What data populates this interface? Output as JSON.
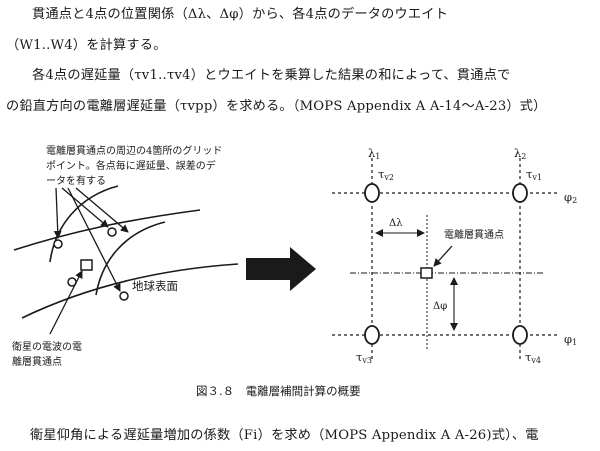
{
  "paragraphs": {
    "p1_line1": "貫通点と4点の位置関係（Δλ、Δφ）から、各4点のデータのウエイト",
    "p1_line2": "（W1..W4）を計算する。",
    "p2_line1": "各4点の遅延量（τv1‥τv4）とウエイトを乗算した結果の和によって、貫通点で",
    "p2_line2": "の鉛直方向の電離層遅延量（τvpp）を求める。（MOPS Appendix A A-14〜A-23）式）",
    "p3_line1": "衛星仰角による遅延量増加の係数（Fi）を求め（MOPS Appendix A A-26)式）、電"
  },
  "figure": {
    "caption": "図３.８　電離層補間計算の概要",
    "left": {
      "note_line1": "電離層貫通点の周辺の4箇所のグリッド",
      "note_line2": "ポイント。各点毎に遅延量、誤差のデ",
      "note_line3": "ータを有する",
      "earth_label": "地球表面",
      "satellite_line1": "衛星の電波の電",
      "satellite_line2": "離層貫通点"
    },
    "right": {
      "lambda1": "λ",
      "lambda1_sub": "1",
      "lambda2": "λ",
      "lambda2_sub": "2",
      "phi2": "φ",
      "phi2_sub": "2",
      "phi1": "φ",
      "phi1_sub": "1",
      "tau_v1": "τ",
      "tau_v1_sub": "v1",
      "tau_v2": "τ",
      "tau_v2_sub": "v2",
      "tau_v3": "τ",
      "tau_v3_sub": "v3",
      "tau_v4": "τ",
      "tau_v4_sub": "v4",
      "delta_lambda": "Δλ",
      "delta_phi": "Δφ",
      "pierce_label": "電離層貫通点"
    }
  }
}
